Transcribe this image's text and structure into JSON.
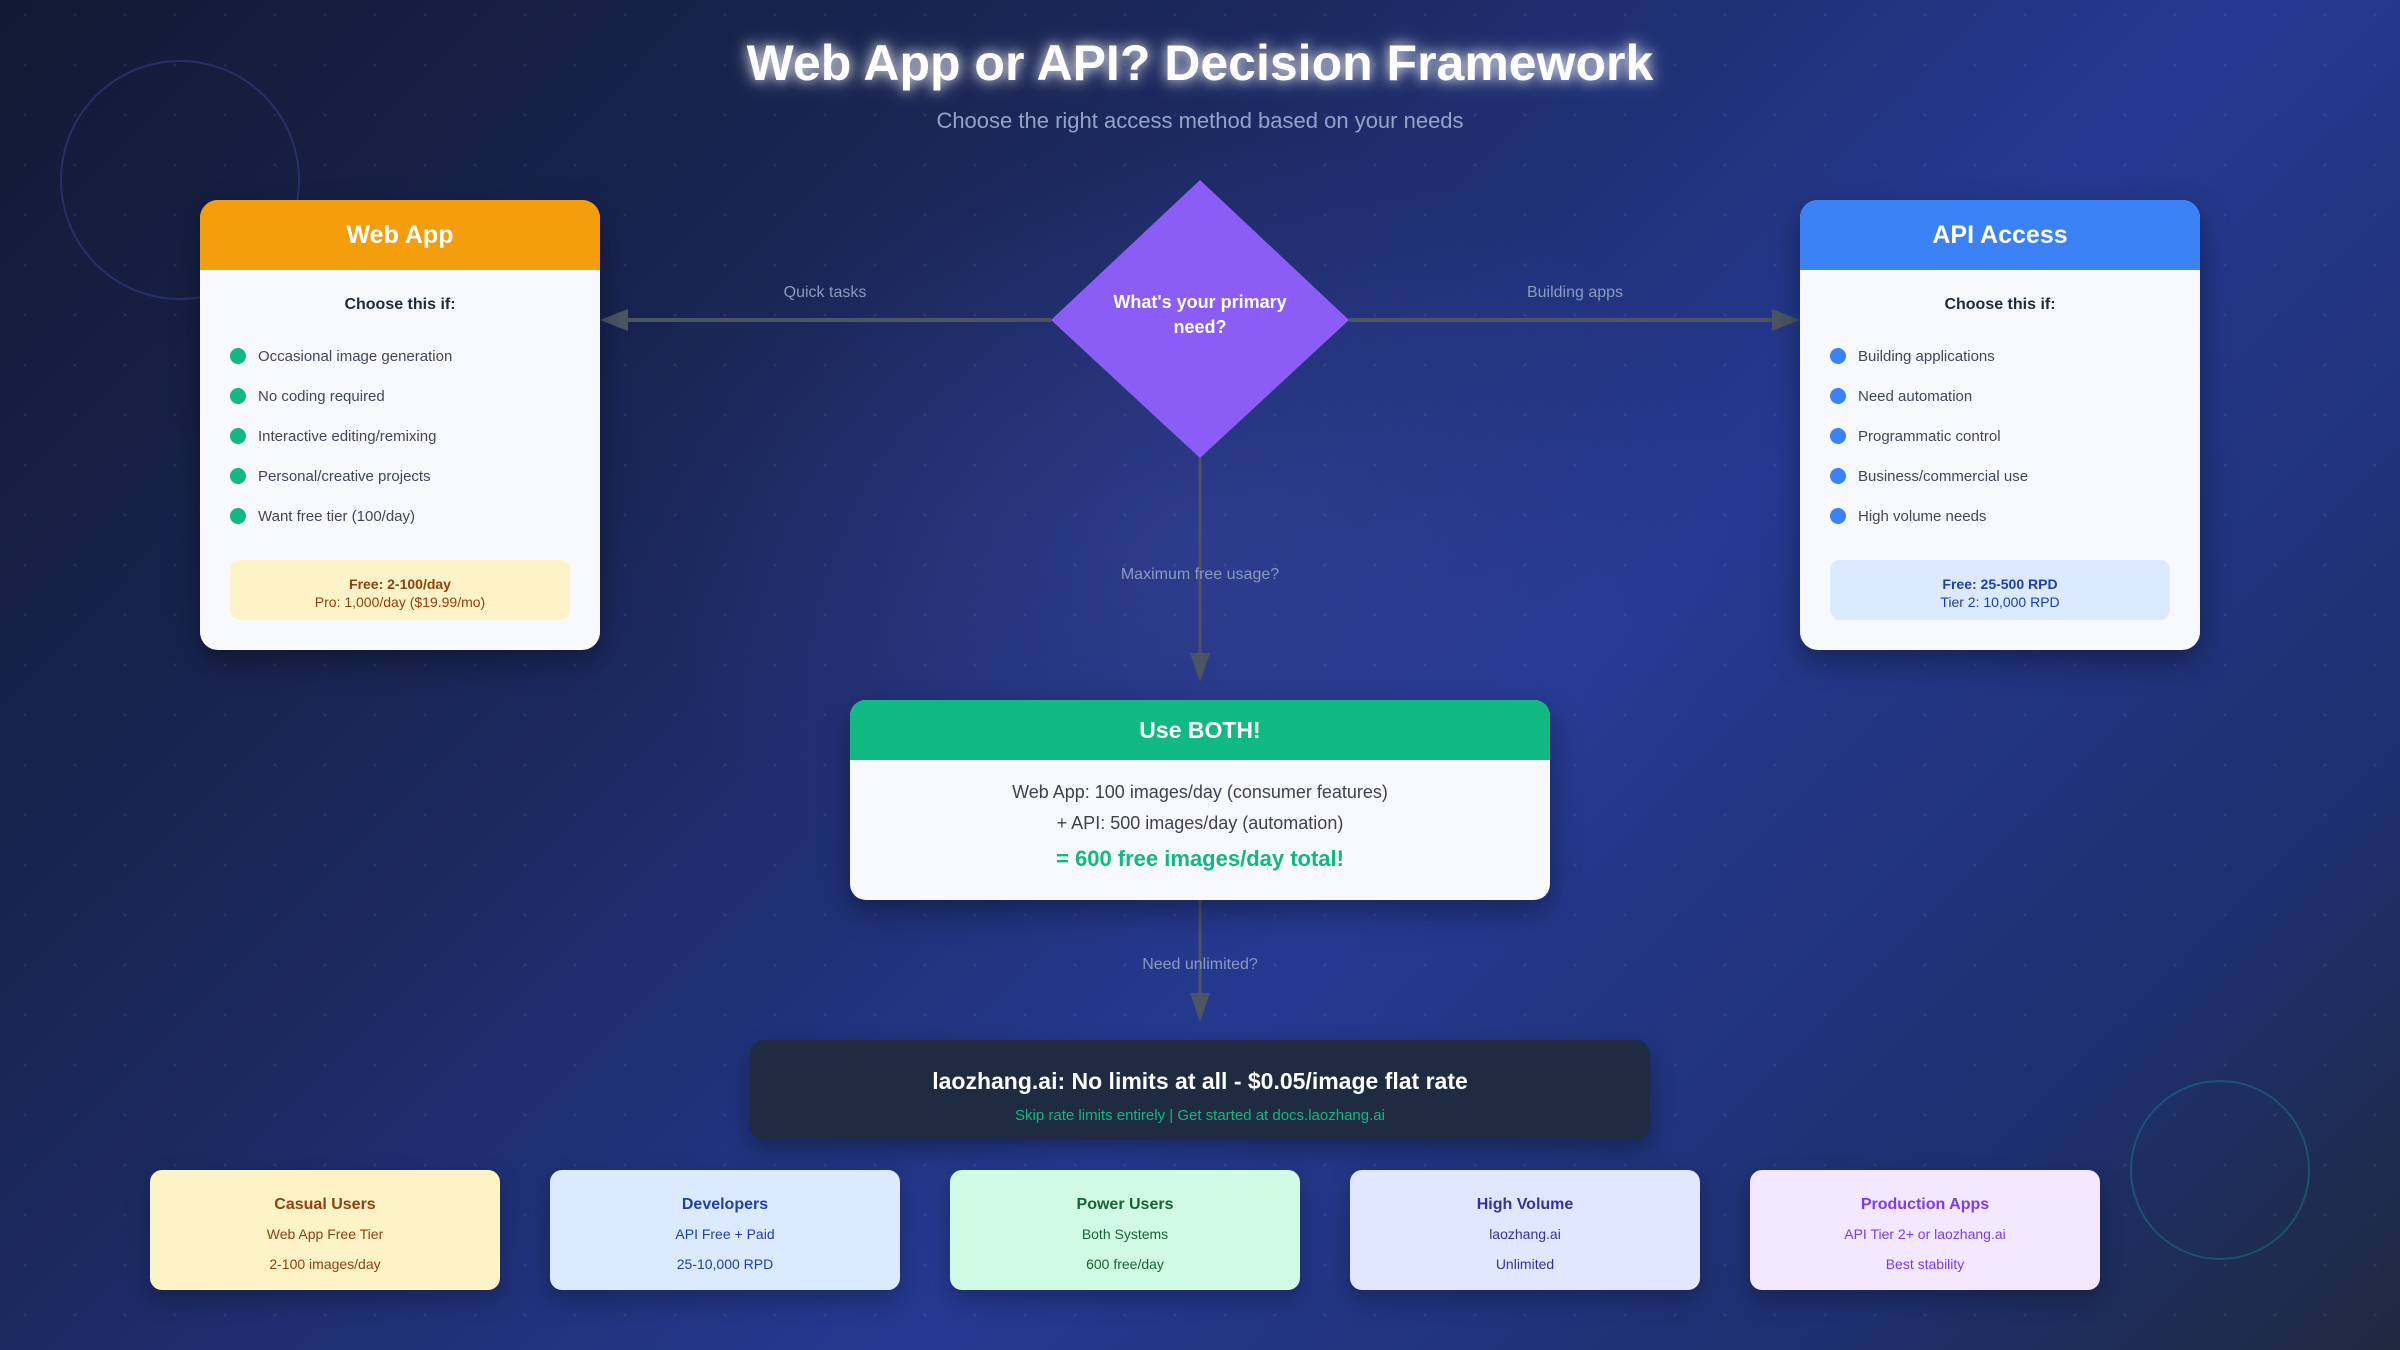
{
  "header": {
    "title": "Web App or API? Decision Framework",
    "subtitle": "Choose the right access method based on your needs"
  },
  "decision": {
    "question": "What's your primary need?",
    "color": "#8b5cf6",
    "edges": {
      "left": "Quick tasks",
      "right": "Building apps",
      "down": "Maximum free usage?",
      "down2": "Need unlimited?"
    }
  },
  "web_app": {
    "title": "Web App",
    "header_color": "#f59e0b",
    "choose_label": "Choose this if:",
    "bullet_color": "#10b981",
    "items": [
      "Occasional image generation",
      "No coding required",
      "Interactive editing/remixing",
      "Personal/creative projects",
      "Want free tier (100/day)"
    ],
    "limits": {
      "line1": "Free: 2-100/day",
      "line2": "Pro: 1,000/day ($19.99/mo)",
      "bg": "#fef3c7",
      "color": "#92400e"
    }
  },
  "api_access": {
    "title": "API Access",
    "header_color": "#3b82f6",
    "choose_label": "Choose this if:",
    "bullet_color": "#3b82f6",
    "items": [
      "Building applications",
      "Need automation",
      "Programmatic control",
      "Business/commercial use",
      "High volume needs"
    ],
    "limits": {
      "line1": "Free: 25-500 RPD",
      "line2": "Tier 2: 10,000 RPD",
      "bg": "#dbeafe",
      "color": "#1e40af"
    }
  },
  "both": {
    "title": "Use BOTH!",
    "line1": "Web App: 100 images/day (consumer features)",
    "line2": "+ API: 500 images/day (automation)",
    "total": "= 600 free images/day total!"
  },
  "banner": {
    "title": "laozhang.ai: No limits at all - $0.05/image flat rate",
    "subtitle": "Skip rate limits entirely | Get started at docs.laozhang.ai"
  },
  "personas": [
    {
      "title": "Casual Users",
      "line1": "Web App Free Tier",
      "line2": "2-100 images/day",
      "bg": "#fef3c7",
      "color": "#92400e"
    },
    {
      "title": "Developers",
      "line1": "API Free + Paid",
      "line2": "25-10,000 RPD",
      "bg": "#dbeafe",
      "color": "#1e40af"
    },
    {
      "title": "Power Users",
      "line1": "Both Systems",
      "line2": "600 free/day",
      "bg": "#d1fae5",
      "color": "#166534"
    },
    {
      "title": "High Volume",
      "line1": "laozhang.ai",
      "line2": "Unlimited",
      "bg": "#e0e7ff",
      "color": "#3730a3"
    },
    {
      "title": "Production Apps",
      "line1": "API Tier 2+ or laozhang.ai",
      "line2": "Best stability",
      "bg": "#f3e8ff",
      "color": "#7e3af2"
    }
  ]
}
